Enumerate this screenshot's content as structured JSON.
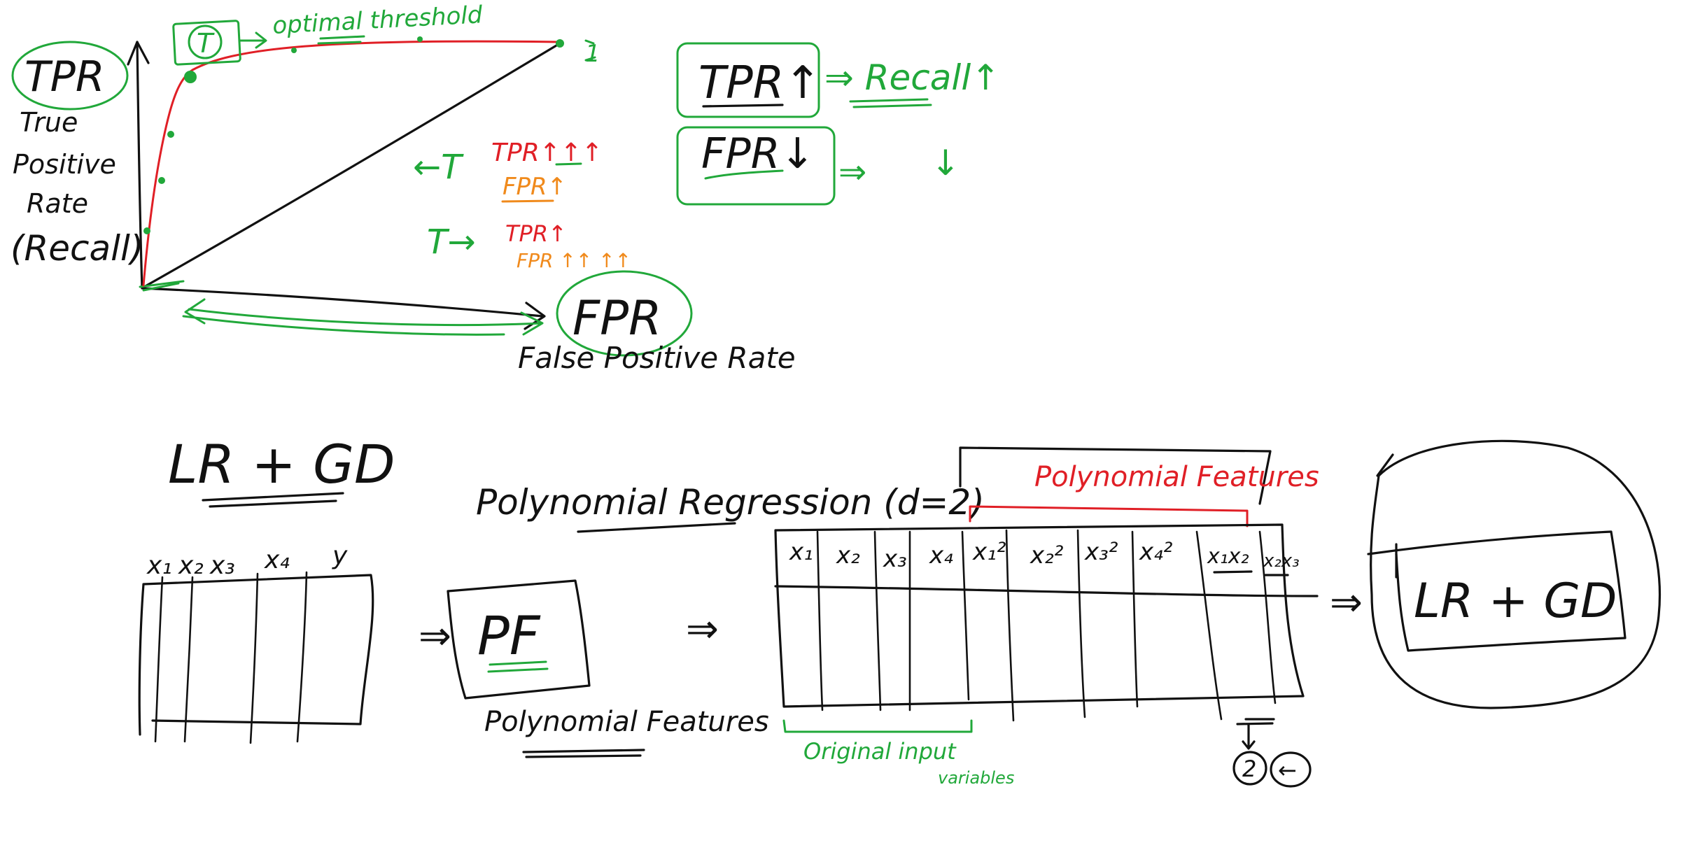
{
  "colors": {
    "ink": "#111111",
    "green": "#21a83a",
    "red": "#e01f26",
    "orange": "#f08a1c"
  },
  "roc": {
    "y_axis_label": "TPR",
    "y_axis_full": [
      "True",
      "Positive",
      "Rate",
      "(Recall)"
    ],
    "x_axis_label": "FPR",
    "x_axis_full": "False Positive Rate",
    "threshold_marker": "T",
    "threshold_label": "optimal threshold",
    "top_right_mark": "1",
    "low_threshold": {
      "marker": "←T",
      "tpr": "TPR↑↑↑",
      "fpr": "FPR↑"
    },
    "high_threshold": {
      "marker": "T→",
      "tpr": "TPR↑",
      "fpr": "FPR ↑↑ ↑↑"
    }
  },
  "summary": {
    "tpr_box": "TPR↑",
    "tpr_result": "⇒ Recall↑",
    "fpr_box": "FPR↓",
    "fpr_arrow": "⇒",
    "fpr_result": "↓"
  },
  "bottom": {
    "lr_gd_title": "LR + GD",
    "input_table_headers": [
      "x₁",
      "x₂",
      "x₃",
      "x₄",
      "y"
    ],
    "arrow1": "⇒",
    "pf_box": "PF",
    "pf_caption": "Polynomial Features",
    "arrow2": "⇒",
    "poly_title": "Polynomial Regression (d=2)",
    "poly_features_label": "Polynomial Features",
    "expanded_headers": [
      "x₁",
      "x₂",
      "x₃",
      "x₄",
      "x₁²",
      "x₂²",
      "x₃²",
      "x₄²",
      "x₁x₂",
      "x₂x₃"
    ],
    "original_label_1": "Original input",
    "original_label_2": "variables",
    "combo_mark": "2",
    "combo_arrow": "←",
    "arrow3": "⇒",
    "final_box": "LR + GD"
  }
}
